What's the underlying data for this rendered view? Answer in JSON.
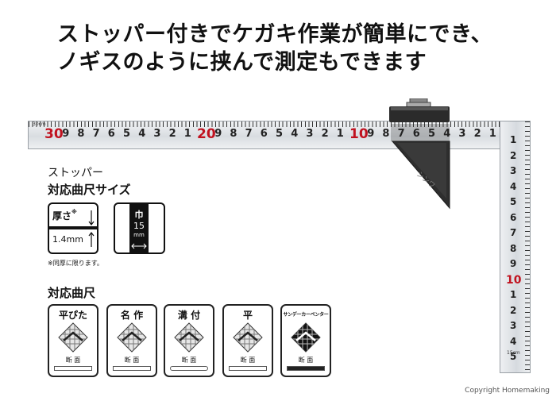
{
  "headline": {
    "line1": "ストッパー付きでケガキ作業が簡単にでき、",
    "line2": "ノギスのように挟んで測定もできます"
  },
  "ruler": {
    "unit_label": "30cm",
    "horizontal_numbers": [
      "30",
      "9",
      "8",
      "7",
      "6",
      "5",
      "4",
      "3",
      "2",
      "1",
      "20",
      "9",
      "8",
      "7",
      "6",
      "5",
      "4",
      "3",
      "2",
      "1",
      "10",
      "9",
      "8",
      "7",
      "6",
      "5",
      "4",
      "3",
      "2",
      "1"
    ],
    "vertical_numbers": [
      "1",
      "2",
      "3",
      "4",
      "5",
      "6",
      "7",
      "8",
      "9",
      "10",
      "1",
      "2",
      "3",
      "4",
      "5"
    ],
    "vertical_tail": "15cm"
  },
  "section1": {
    "title_line1": "ストッパー",
    "title_line2": "対応曲尺サイズ"
  },
  "thickness": {
    "label": "厚さ",
    "mark": "※",
    "value": "1.4mm"
  },
  "width": {
    "label": "巾",
    "value": "15",
    "unit": "mm"
  },
  "note": "※同厚に限ります。",
  "section2": {
    "title": "対応曲尺"
  },
  "cards": [
    {
      "title": "平ぴた",
      "section_label": "断 面"
    },
    {
      "title": "名 作",
      "section_label": "断 面"
    },
    {
      "title": "溝 付",
      "section_label": "断 面"
    },
    {
      "title": "平",
      "section_label": "断 面"
    },
    {
      "title": "サンデーカーペンター",
      "section_label": "断 面"
    }
  ],
  "copyright": "Copyright  Homemaking"
}
